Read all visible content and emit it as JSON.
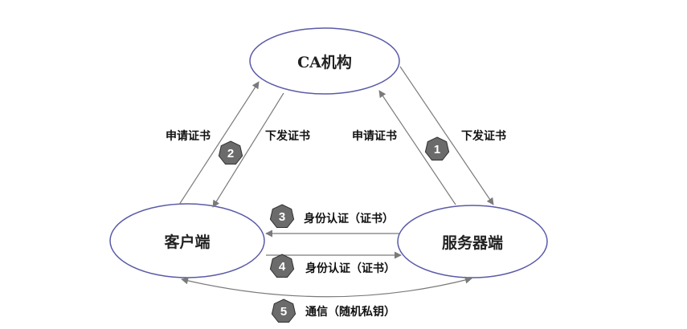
{
  "colors": {
    "ellipse_stroke": "#5a5aa8",
    "arrow": "#7a7a7a",
    "badge_fill": "#6b6b6b",
    "badge_stroke": "#2f2f2f",
    "text": "#111111"
  },
  "nodes": {
    "ca": "CA机构",
    "client": "客户端",
    "server": "服务器端"
  },
  "labels": {
    "client_apply": "申请证书",
    "client_issue": "下发证书",
    "server_apply": "申请证书",
    "server_issue": "下发证书",
    "server_to_client_auth": "身份认证（证书）",
    "client_to_server_auth": "身份认证（证书）",
    "communication": "通信（随机私钥）"
  },
  "steps": {
    "step1": "1",
    "step2": "2",
    "step3": "3",
    "step4": "4",
    "step5": "5"
  }
}
